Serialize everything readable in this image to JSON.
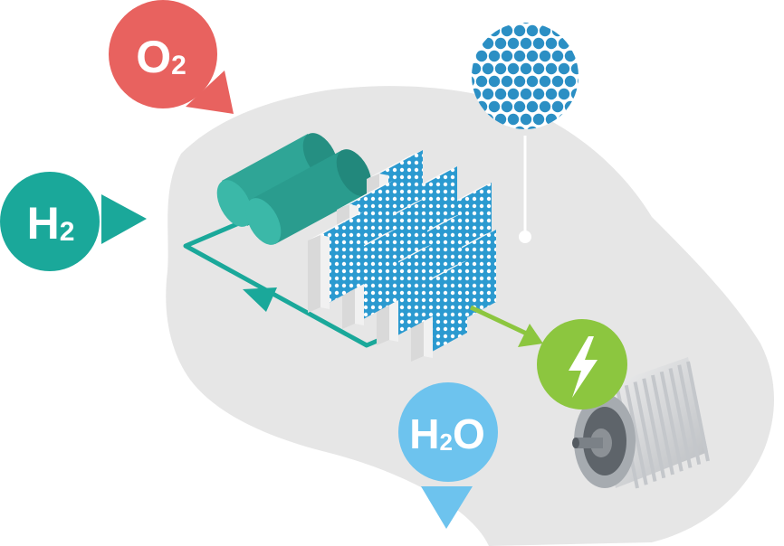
{
  "badges": {
    "oxygen": {
      "main": "O",
      "sub": "2",
      "color": "#e8625f"
    },
    "hydrogen": {
      "main": "H",
      "sub": "2",
      "color": "#1aa89a"
    },
    "water": {
      "main": "H",
      "sub": "2",
      "tail": "O",
      "color": "#6dc3ee"
    },
    "electricity": {
      "icon": "lightning-bolt-icon",
      "color": "#8cc63f"
    }
  },
  "colors": {
    "car_body": "#e6e6e6",
    "hydrogen_tank": "#2fa596",
    "hydrogen_line": "#1aa89a",
    "power_line": "#8cc63f",
    "membrane": "#2b9ad0",
    "catalyst_circle": "#2b8fc4"
  }
}
